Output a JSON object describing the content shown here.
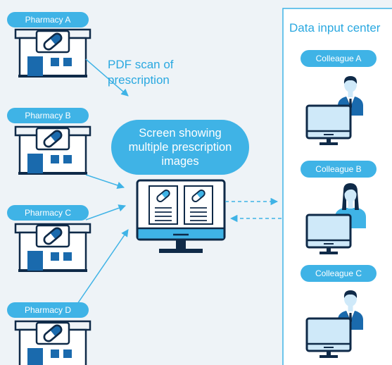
{
  "pharmacies": [
    {
      "label": "Pharmacy A"
    },
    {
      "label": "Pharmacy B"
    },
    {
      "label": "Pharmacy C"
    },
    {
      "label": "Pharmacy D"
    }
  ],
  "caption": {
    "line1": "PDF scan of",
    "line2": "prescription"
  },
  "bubble": {
    "line1": "Screen showing",
    "line2": "multiple prescription",
    "line3": "images"
  },
  "data_center": {
    "title": "Data input center",
    "colleagues": [
      {
        "label": "Colleague A",
        "gender": "male"
      },
      {
        "label": "Colleague B",
        "gender": "female"
      },
      {
        "label": "Colleague C",
        "gender": "male"
      }
    ]
  },
  "colors": {
    "accent": "#3fb3e6",
    "dark_blue": "#1a6aad",
    "navy": "#0f2a48",
    "monitor_fill": "#cfe9f9",
    "background": "#eef3f7"
  }
}
